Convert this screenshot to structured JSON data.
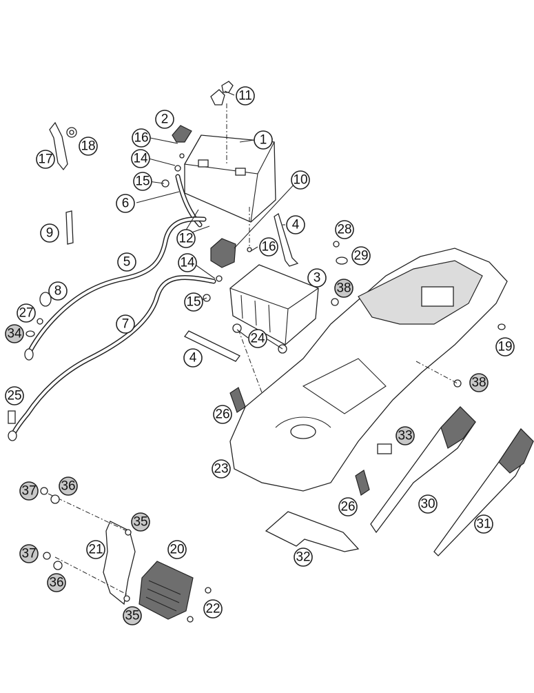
{
  "callouts": [
    {
      "id": "c1",
      "label": "1",
      "shade": "white"
    },
    {
      "id": "c2",
      "label": "2",
      "shade": "white"
    },
    {
      "id": "c3",
      "label": "3",
      "shade": "white"
    },
    {
      "id": "c4a",
      "label": "4",
      "shade": "white"
    },
    {
      "id": "c4b",
      "label": "4",
      "shade": "white"
    },
    {
      "id": "c5",
      "label": "5",
      "shade": "white"
    },
    {
      "id": "c6",
      "label": "6",
      "shade": "white"
    },
    {
      "id": "c7",
      "label": "7",
      "shade": "white"
    },
    {
      "id": "c8",
      "label": "8",
      "shade": "white"
    },
    {
      "id": "c9",
      "label": "9",
      "shade": "white"
    },
    {
      "id": "c10",
      "label": "10",
      "shade": "white"
    },
    {
      "id": "c11",
      "label": "11",
      "shade": "white"
    },
    {
      "id": "c12",
      "label": "12",
      "shade": "white"
    },
    {
      "id": "c14a",
      "label": "14",
      "shade": "white"
    },
    {
      "id": "c14b",
      "label": "14",
      "shade": "white"
    },
    {
      "id": "c15a",
      "label": "15",
      "shade": "white"
    },
    {
      "id": "c15b",
      "label": "15",
      "shade": "white"
    },
    {
      "id": "c16a",
      "label": "16",
      "shade": "white"
    },
    {
      "id": "c16b",
      "label": "16",
      "shade": "white"
    },
    {
      "id": "c17",
      "label": "17",
      "shade": "white"
    },
    {
      "id": "c18",
      "label": "18",
      "shade": "white"
    },
    {
      "id": "c19",
      "label": "19",
      "shade": "white"
    },
    {
      "id": "c20",
      "label": "20",
      "shade": "white"
    },
    {
      "id": "c21",
      "label": "21",
      "shade": "white"
    },
    {
      "id": "c22",
      "label": "22",
      "shade": "white"
    },
    {
      "id": "c23",
      "label": "23",
      "shade": "white"
    },
    {
      "id": "c24",
      "label": "24",
      "shade": "white"
    },
    {
      "id": "c25",
      "label": "25",
      "shade": "white"
    },
    {
      "id": "c26a",
      "label": "26",
      "shade": "white"
    },
    {
      "id": "c26b",
      "label": "26",
      "shade": "white"
    },
    {
      "id": "c27",
      "label": "27",
      "shade": "white"
    },
    {
      "id": "c28",
      "label": "28",
      "shade": "white"
    },
    {
      "id": "c29",
      "label": "29",
      "shade": "white"
    },
    {
      "id": "c30",
      "label": "30",
      "shade": "white"
    },
    {
      "id": "c31",
      "label": "31",
      "shade": "white"
    },
    {
      "id": "c32",
      "label": "32",
      "shade": "white"
    },
    {
      "id": "c33",
      "label": "33",
      "shade": "grey"
    },
    {
      "id": "c34",
      "label": "34",
      "shade": "grey"
    },
    {
      "id": "c35a",
      "label": "35",
      "shade": "grey"
    },
    {
      "id": "c35b",
      "label": "35",
      "shade": "grey"
    },
    {
      "id": "c36a",
      "label": "36",
      "shade": "grey"
    },
    {
      "id": "c36b",
      "label": "36",
      "shade": "grey"
    },
    {
      "id": "c37a",
      "label": "37",
      "shade": "grey"
    },
    {
      "id": "c37b",
      "label": "37",
      "shade": "grey"
    },
    {
      "id": "c38a",
      "label": "38",
      "shade": "grey"
    },
    {
      "id": "c38b",
      "label": "38",
      "shade": "grey"
    }
  ]
}
